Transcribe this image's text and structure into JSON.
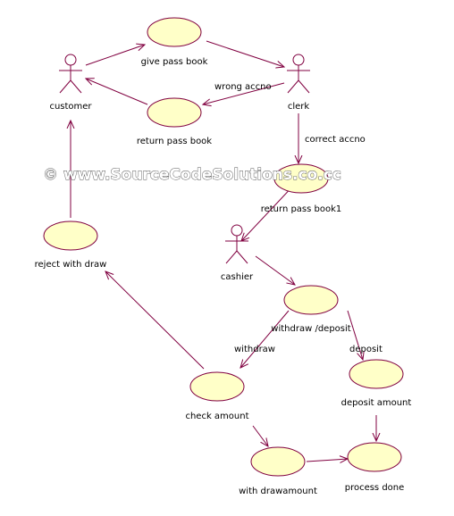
{
  "watermark": "© www.SourceCodeSolutions.co.cc",
  "colors": {
    "stroke": "#800040",
    "usecase_fill": "#ffffc8"
  },
  "actors": {
    "customer": "customer",
    "clerk": "clerk",
    "cashier": "cashier"
  },
  "usecases": {
    "give_pass_book": "give pass book",
    "return_pass_book": "return pass book",
    "return_pass_book1": "return pass book1",
    "reject_with_draw": "reject with draw",
    "withdraw_deposit": "withdraw /deposit",
    "check_amount": "check amount",
    "deposit_amount": "deposit amount",
    "with_draw_amount": "with drawamount",
    "process_done": "process done"
  },
  "edge_labels": {
    "wrong_accno": "wrong accno",
    "correct_accno": "correct accno",
    "withdraw": "withdraw",
    "deposit": "deposit"
  }
}
